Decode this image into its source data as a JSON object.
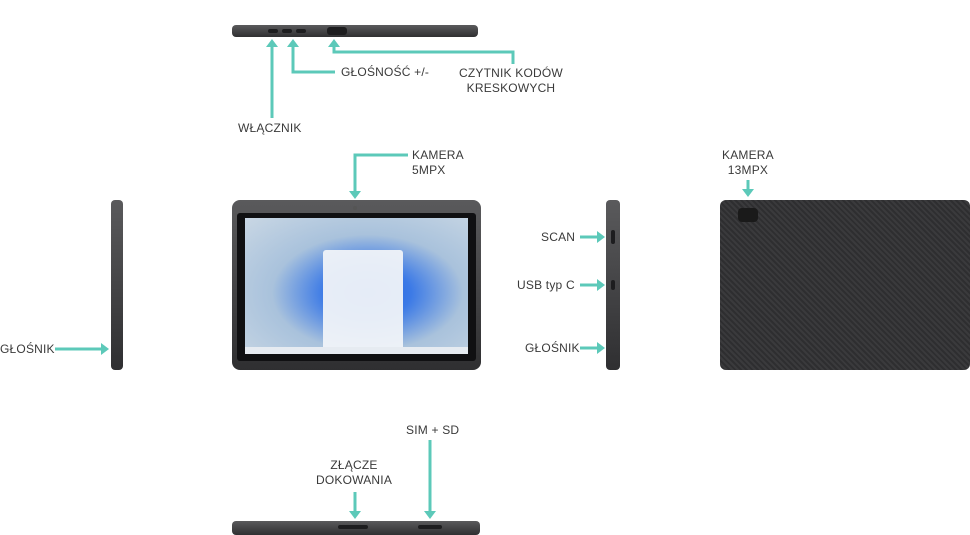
{
  "accent_color": "#5cc9b9",
  "labels": {
    "power": "WŁĄCZNIK",
    "volume": "GŁOŚNOŚĆ +/-",
    "barcode_line1": "CZYTNIK KODÓW",
    "barcode_line2": "KRESKOWYCH",
    "front_camera_line1": "KAMERA",
    "front_camera_line2": "5MPX",
    "rear_camera_line1": "KAMERA",
    "rear_camera_line2": "13MPX",
    "speaker_left": "GŁOŚNIK",
    "scan": "SCAN",
    "usb": "USB typ C",
    "speaker_right": "GŁOŚNIK",
    "sim_sd": "SIM + SD",
    "dock_line1": "ZŁĄCZE",
    "dock_line2": "DOKOWANIA"
  }
}
